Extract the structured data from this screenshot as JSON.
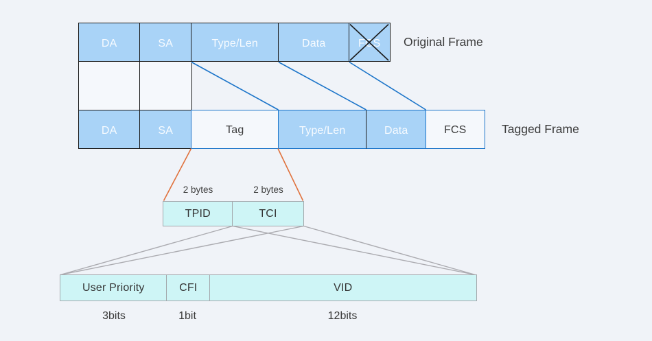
{
  "colors": {
    "page-bg": "#f0f3f8",
    "cell-blue": "#a9d3f7",
    "cell-light": "#f5f8fc",
    "cell-cyan": "#cef5f6",
    "border-dark": "#1b1b1b",
    "border-blue": "#1b74c9",
    "border-gray": "#a3a7ab",
    "line-orange": "#e0713c",
    "line-gray": "#ababb0",
    "text-light": "#f7fbff",
    "text-dark": "#3a3a3a"
  },
  "original_frame": {
    "label": "Original Frame",
    "cells": [
      "DA",
      "SA",
      "Type/Len",
      "Data",
      "FCS"
    ]
  },
  "tagged_frame": {
    "label": "Tagged Frame",
    "cells": [
      "DA",
      "SA",
      "Tag",
      "Type/Len",
      "Data",
      "FCS"
    ]
  },
  "tag_expansion": {
    "size_labels": [
      "2 bytes",
      "2 bytes"
    ],
    "cells": [
      "TPID",
      "TCI"
    ]
  },
  "tci_expansion": {
    "cells": [
      "User Priority",
      "CFI",
      "VID"
    ],
    "size_labels": [
      "3bits",
      "1bit",
      "12bits"
    ]
  }
}
